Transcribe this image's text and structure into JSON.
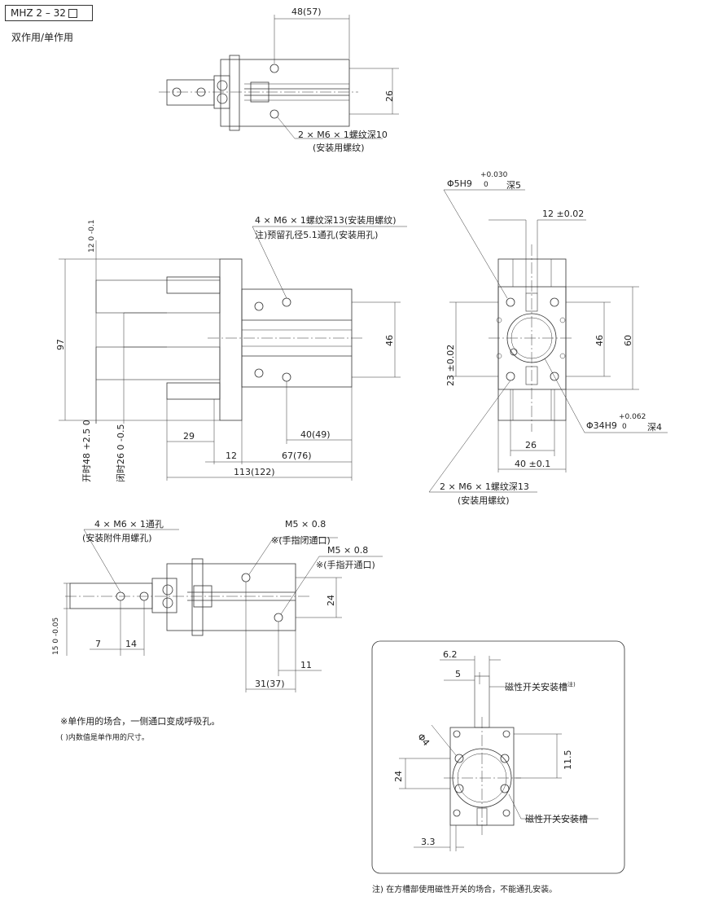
{
  "header": {
    "model": "MHZ 2 – 32",
    "subtitle": "双作用/单作用"
  },
  "top_view": {
    "dim_width": "48(57)",
    "dim_26": "26",
    "note_thread": "2 × M6 × 1螺纹深10",
    "note_thread_sub": "(安装用螺纹)"
  },
  "front_view": {
    "note_thread": "4 × M6 × 1螺纹深13(安装用螺纹)",
    "note_hole": "注)预留孔径5.1通孔(安装用孔)",
    "dim_12_tol": "12 0 -0.1",
    "dim_97": "97",
    "dim_46": "46",
    "dim_open": "开时48 +2.5 0",
    "dim_closed": "闭时26 0 -0.5",
    "dim_29": "29",
    "dim_12": "12",
    "dim_40_49": "40(49)",
    "dim_67_76": "67(76)",
    "dim_113_122": "113(122)"
  },
  "side_view": {
    "note_phi5": "Φ5H9",
    "note_phi5_tol_up": "+0.030",
    "note_phi5_tol_dn": "0",
    "note_phi5_depth": "深5",
    "dim_12_tol": "12  ±0.02",
    "dim_23_tol": "23 ±0.02",
    "dim_46": "46",
    "dim_60": "60",
    "note_phi34": "Φ34H9",
    "note_phi34_tol_up": "+0.062",
    "note_phi34_tol_dn": "0",
    "note_phi34_depth": "深4",
    "dim_26": "26",
    "dim_40_tol": "40 ±0.1",
    "note_thread": "2 × M6 × 1螺纹深13",
    "note_thread_sub": "(安装用螺纹)"
  },
  "bottom_view": {
    "note_thread": "4 × M6 × 1通孔",
    "note_thread_sub": "(安装附件用螺孔)",
    "port1": "M5 × 0.8",
    "port1_sub": "※(手指闭通口)",
    "port2": "M5 × 0.8",
    "port2_sub": "※(手指开通口)",
    "dim_15_tol": "15 0 -0.05",
    "dim_7": "7",
    "dim_14": "14",
    "dim_24": "24",
    "dim_11": "11",
    "dim_31_37": "31(37)"
  },
  "notes": {
    "note1": "※单作用的场合，一侧通口变成呼吸孔。",
    "note2": "(  )内数值是单作用的尺寸。"
  },
  "switch_detail": {
    "dim_6_2": "6.2",
    "dim_5": "5",
    "slot_label_1": "磁性开关安装槽",
    "slot_label_1_sup": "注)",
    "dim_phi4": "Φ4",
    "dim_11_5": "11.5",
    "dim_24": "24",
    "slot_label_2": "磁性开关安装槽",
    "dim_3_3": "3.3",
    "footnote": "注) 在方槽部使用磁性开关的场合，不能通孔安装。"
  }
}
